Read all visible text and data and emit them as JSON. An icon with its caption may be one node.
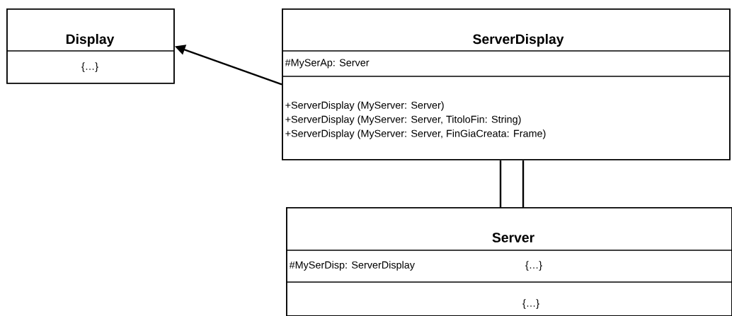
{
  "diagram": {
    "nodes": [
      {
        "text": [
          "Display",
          "{…}"
        ]
      },
      {
        "text": [
          "ServerDisplay",
          "#MySerAp: Server",
          "+ServerDisplay (MyServer: Server)",
          "+ServerDisplay (MyServer: Server, TitoloFin: String)",
          "+ServerDisplay (MyServer: Server, FinGiaCreata: Frame)"
        ]
      },
      {
        "text": [
          "Server",
          "#MySerDisp: ServerDisplay",
          "{…}",
          "{…}"
        ]
      }
    ],
    "edges": [
      {
        "from": 1,
        "to": 0,
        "arrow": "to"
      },
      {
        "from": 1,
        "to": 2,
        "arrow": "none"
      },
      {
        "from": 1,
        "to": 2,
        "arrow": "none"
      }
    ]
  }
}
